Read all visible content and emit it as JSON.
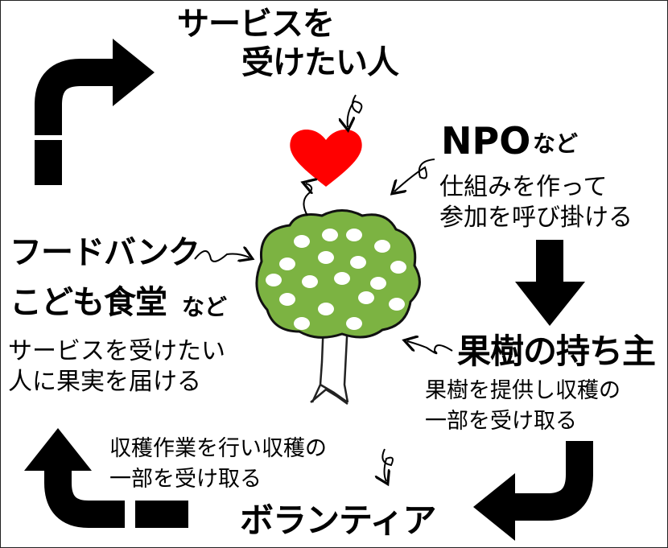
{
  "service_recipients": {
    "line1": "サービスを",
    "line2": "受けたい人"
  },
  "npo": {
    "title": "NPO",
    "title_suffix": "など",
    "desc_line1": "仕組みを作って",
    "desc_line2": "参加を呼び掛ける"
  },
  "foodbank": {
    "line1": "フードバンク",
    "line2": "こども食堂",
    "suffix": "など",
    "desc_line1": "サービスを受けたい",
    "desc_line2": "人に果実を届ける"
  },
  "tree_owner": {
    "title": "果樹の持ち主",
    "desc_line1": "果樹を提供し収穫の",
    "desc_line2": "一部を受け取る"
  },
  "volunteer": {
    "title": "ボランティア",
    "desc_line1": "収穫作業を行い収穫の",
    "desc_line2": "一部を受け取る"
  },
  "colors": {
    "heart": "#ff0000",
    "tree_canopy": "#7cb342",
    "fruit": "#ffffff",
    "arrow": "#000000"
  },
  "icons": [
    "heart-icon",
    "fruit-tree-icon",
    "curved-arrow-icon"
  ]
}
